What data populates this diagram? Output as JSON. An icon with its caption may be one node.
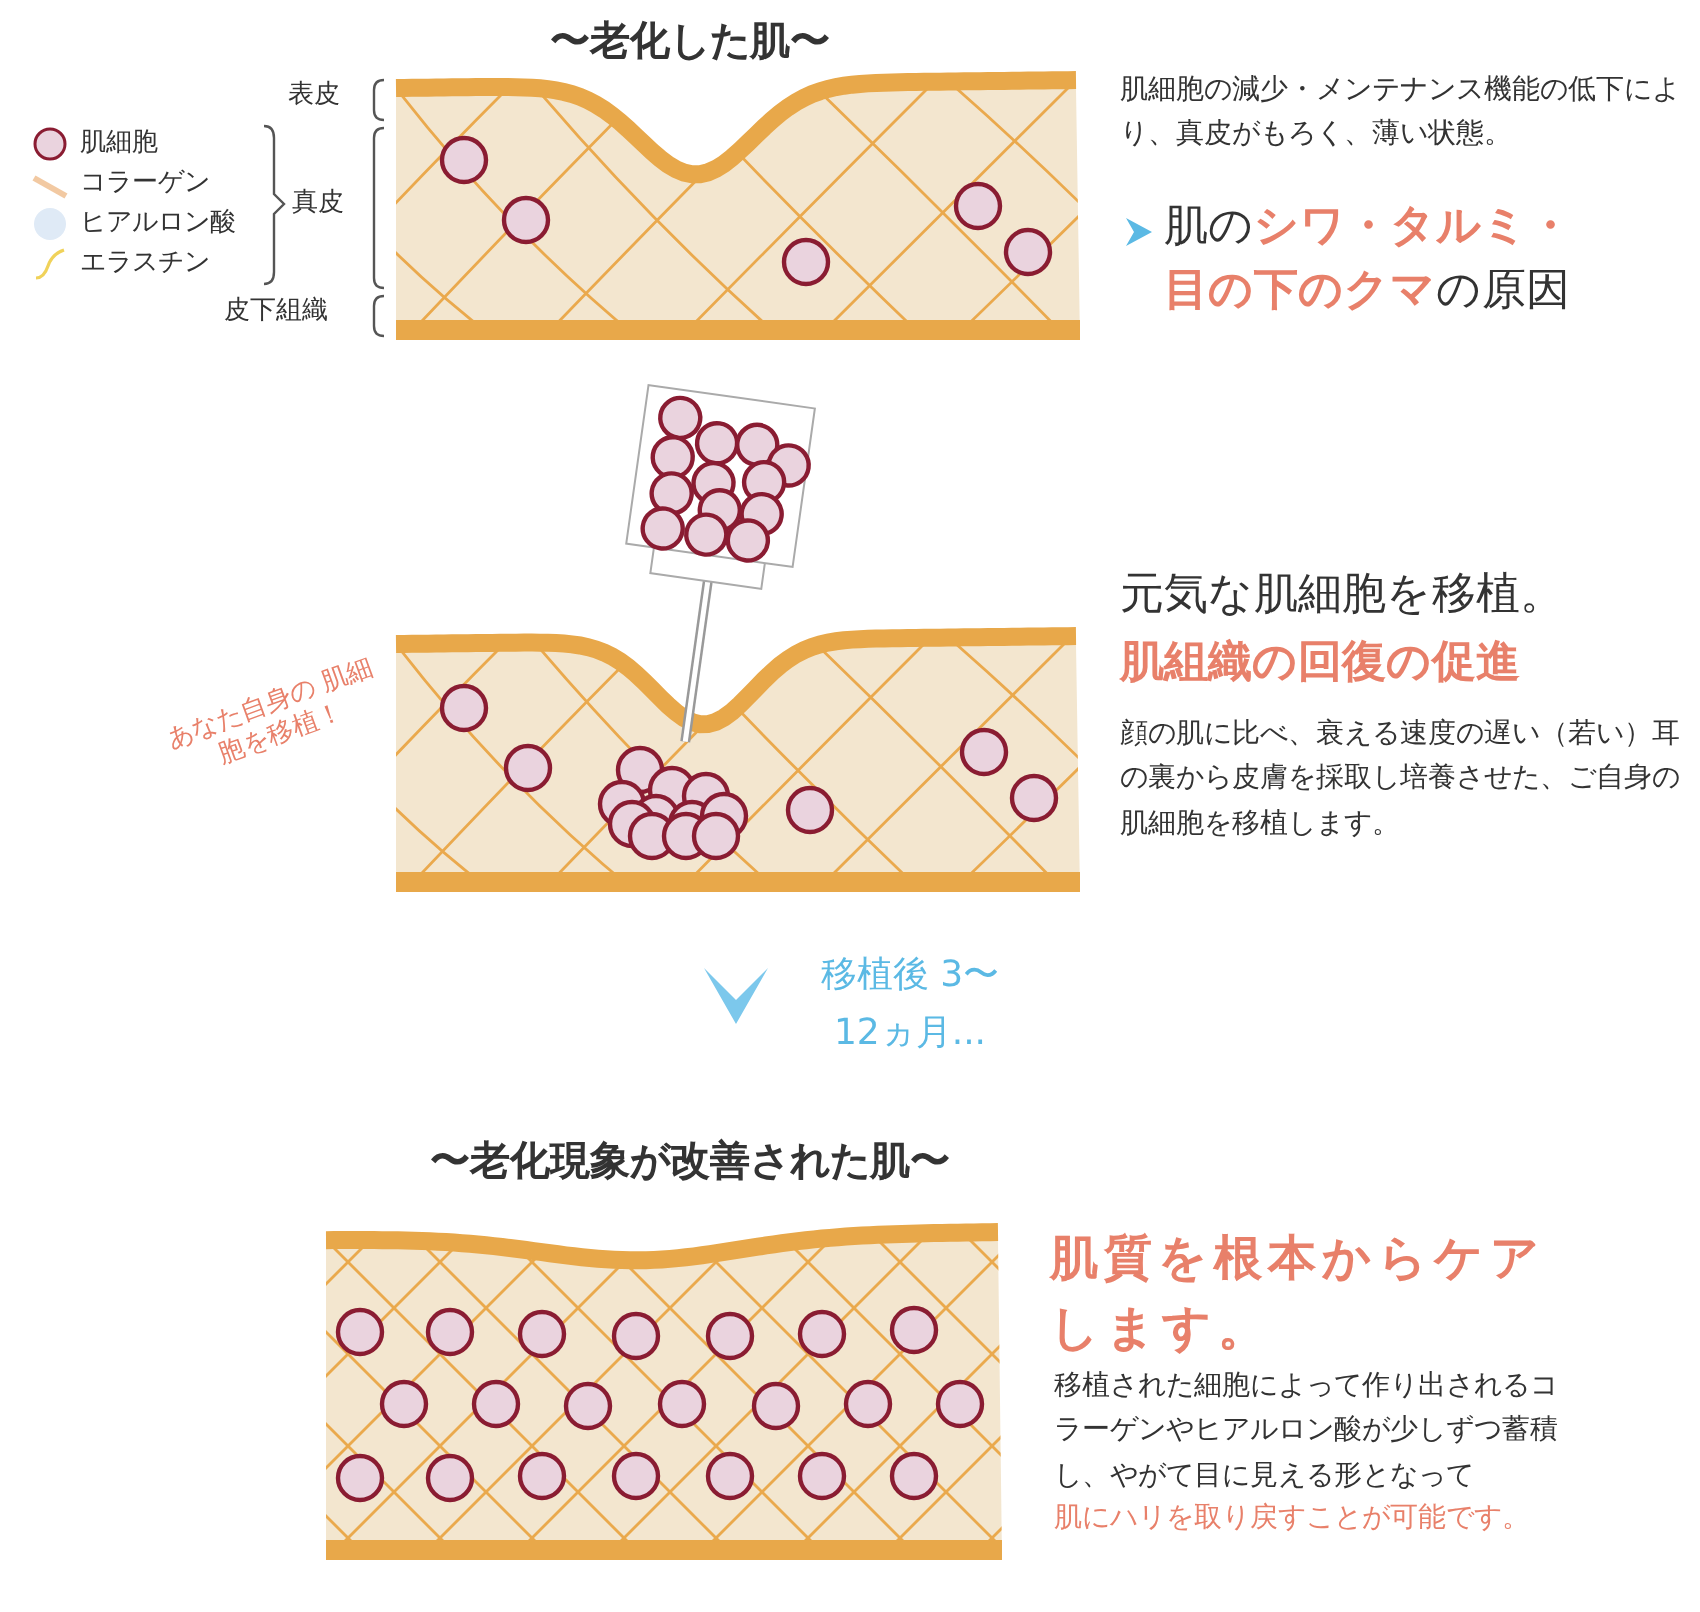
{
  "diagram": {
    "labels": [
      "〜老化した肌〜",
      "表皮",
      "真皮",
      "皮下組織",
      "肌細胞の減少・メンテナンス機能の低下により、真皮がもろく、薄い状態。",
      "肌の**シワ・タルミ・目の下のクマ**の原因",
      "あなた自身の 肌細胞を移植！",
      "元気な肌細胞を移植。",
      "肌組織の回復の促進",
      "顔の肌に比べ、衰える速度の遅い（若い）耳の裏から皮膚を採取し培養させた、ご自身の肌細胞を移植します。",
      "移植後 3〜12ヵ月...",
      "〜老化現象が改善された肌〜",
      "肌質を根本からケアします。",
      "移植された細胞によって作り出されるコラーゲンやヒアルロン酸が少しずつ蓄積し、やがて目に見える形となって",
      "肌にハリを取り戻すことが可能です。"
    ],
    "legend": [
      {
        "text": "肌細胞"
      },
      {
        "text": "コラーゲン"
      },
      {
        "text": "ヒアルロン酸",
        "color": "#dfeaf6"
      },
      {
        "text": "エラスチン"
      }
    ]
  }
}
